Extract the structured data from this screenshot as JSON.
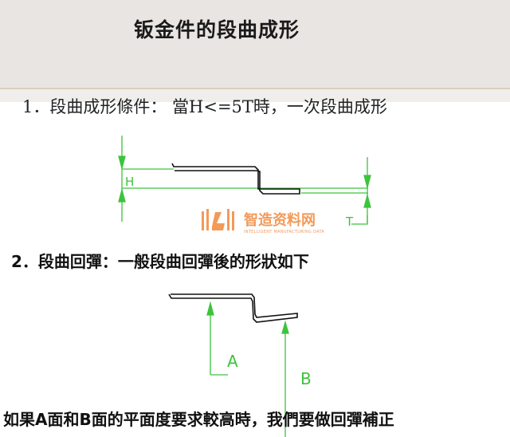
{
  "header": {
    "title": "钣金件的段曲成形"
  },
  "section1": {
    "text": "1．段曲成形條件：  當H<=5T時，一次段曲成形",
    "label_h": "H",
    "label_t": "T"
  },
  "section2": {
    "text": "2．段曲回彈：一般段曲回彈後的形狀如下",
    "label_a": "A",
    "label_b": "B"
  },
  "footer": {
    "text": "如果A面和B面的平面度要求較高時，我們要做回彈補正"
  },
  "watermark": {
    "name": "智造资料网",
    "subtitle": "INTELLIGENT MANUFACTURING DATA"
  },
  "colors": {
    "dimension": "#3cc43c",
    "sheet": "#111111",
    "watermark": "#f29a5a"
  }
}
